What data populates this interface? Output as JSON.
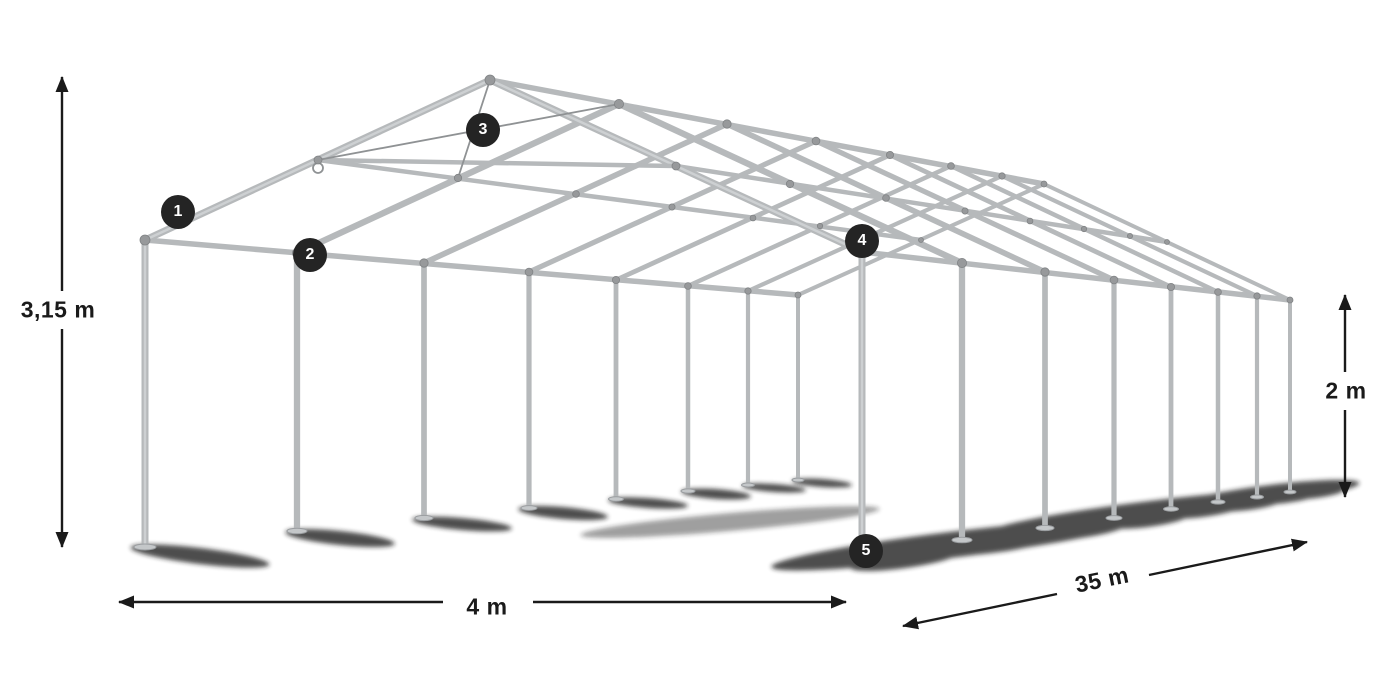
{
  "diagram": {
    "type": "tent-frame-perspective-diagram",
    "dimensions": {
      "ridge_height": "3,15 m",
      "side_height": "2 m",
      "width": "4 m",
      "length": "35 m"
    },
    "markers": [
      {
        "label": "1"
      },
      {
        "label": "2"
      },
      {
        "label": "3"
      },
      {
        "label": "4"
      },
      {
        "label": "5"
      }
    ],
    "colors": {
      "frame_tube": "#b6b9bb",
      "frame_tube_light": "#cdd0d2",
      "frame_joint": "#97999b",
      "foot_plate": "#c4c7c9",
      "shadow": "#1b1b1b",
      "dimension_line": "#1a1a1a",
      "marker_background": "#242424",
      "marker_text": "#ffffff"
    }
  }
}
